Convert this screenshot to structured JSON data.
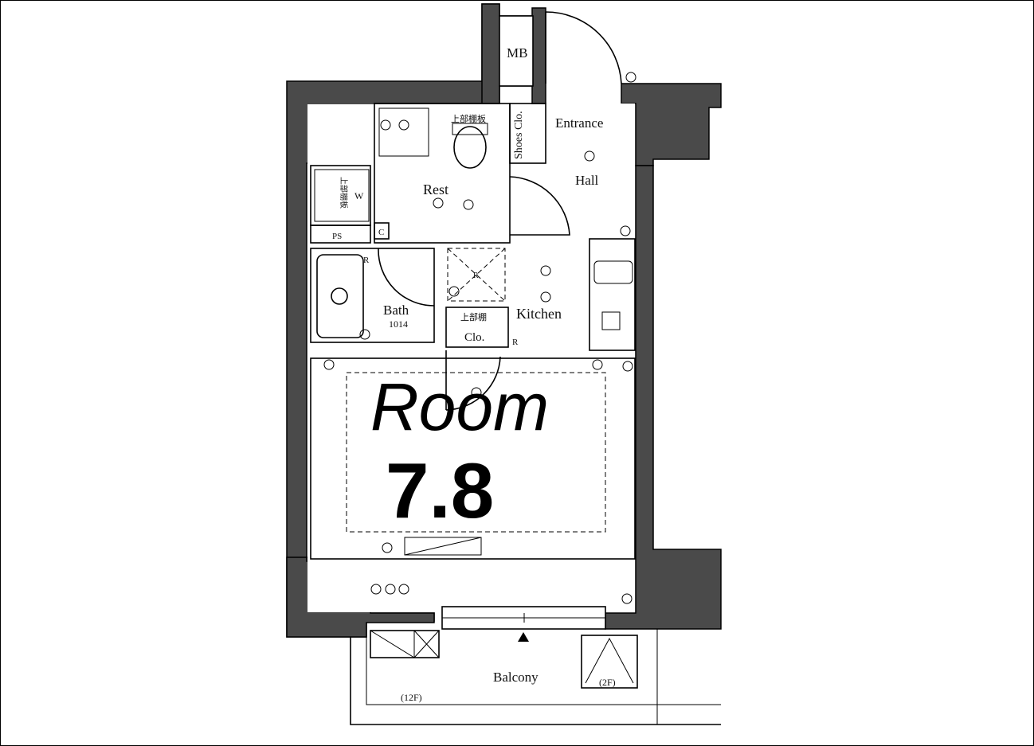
{
  "rooms": {
    "mb": "MB",
    "entrance": "Entrance",
    "shoes_closet": "Shoes Clo.",
    "upper_shelf_rest": "上部棚板",
    "hall": "Hall",
    "rest": "Rest",
    "washer": "W",
    "upper_shelf_wash": "上部棚板",
    "ps": "PS",
    "c_mark": "C",
    "bath": "Bath",
    "bath_size": "1014",
    "kitchen": "Kitchen",
    "r_mark_fridge": "R",
    "r_mark_1": "R",
    "r_mark_2": "R",
    "upper_shelf_clo": "上部棚",
    "closet": "Clo.",
    "room_word": "Room",
    "room_size": "7.8",
    "balcony": "Balcony",
    "floor_2f": "(2F)",
    "floor_12f": "(12F)"
  }
}
